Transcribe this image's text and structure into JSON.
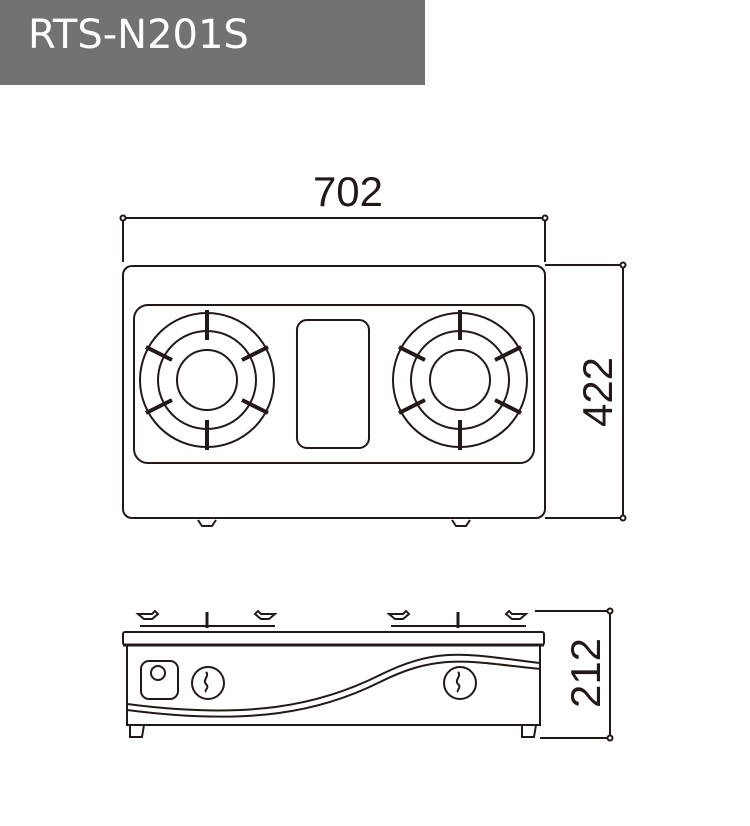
{
  "header": {
    "model": "RTS-N201S",
    "background_color": "#727272",
    "text_color": "#ffffff"
  },
  "top_view": {
    "width_dimension": "702",
    "depth_dimension": "422",
    "burners": 2,
    "center_panel": true
  },
  "front_view": {
    "height_dimension": "212",
    "knobs": 2,
    "ignition_button": true
  },
  "line_color": "#231815"
}
